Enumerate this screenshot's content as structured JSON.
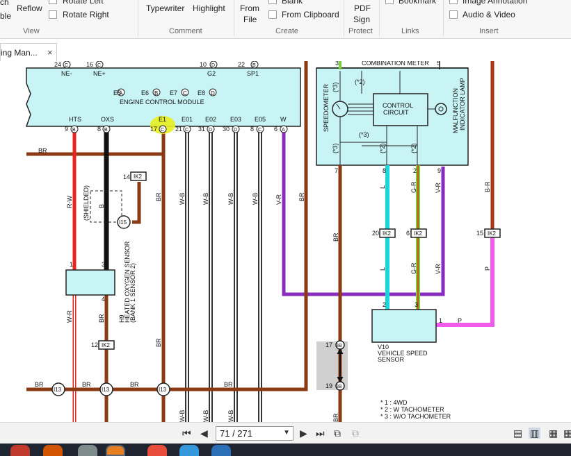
{
  "ribbon": {
    "items": {
      "cut_left_top": "ch",
      "cut_left_bottom": "ble",
      "reflow": "Reflow",
      "rotate_left": "Rotate Left",
      "rotate_right": "Rotate Right",
      "typewriter": "Typewriter",
      "highlight": "Highlight",
      "from_file_1": "From",
      "from_file_2": "File",
      "blank": "Blank",
      "from_clipboard": "From Clipboard",
      "pdf_sign_1": "PDF",
      "pdf_sign_2": "Sign",
      "bookmark": "Bookmark",
      "image_annotation": "Image Annotation",
      "audio_video": "Audio & Video"
    },
    "groups": {
      "view": "View",
      "comment": "Comment",
      "create": "Create",
      "protect": "Protect",
      "links": "Links",
      "insert": "Insert"
    }
  },
  "tab": {
    "label": "ing Man...",
    "close": "×"
  },
  "diagram": {
    "combination_meter": "COMBINATION METER",
    "ecm_name": "ENGINE CONTROL MODULE",
    "ecm_connectors": [
      "E5",
      "A",
      "E6",
      "B",
      "E7",
      "C",
      "E8",
      "D"
    ],
    "top_pins": [
      {
        "num": "24",
        "conn": "C",
        "label": "NE-"
      },
      {
        "num": "16",
        "conn": "C",
        "label": "NE+"
      },
      {
        "num": "10",
        "conn": "D",
        "label": "G2"
      },
      {
        "num": "22",
        "conn": "B",
        "label": "SP1"
      }
    ],
    "bottom_pins": [
      {
        "num": "9",
        "conn": "B",
        "label": "HTS"
      },
      {
        "num": "8",
        "conn": "B",
        "label": "OXS"
      },
      {
        "num": "17",
        "conn": "C",
        "label": "E1"
      },
      {
        "num": "21",
        "conn": "C",
        "label": "E01"
      },
      {
        "num": "31",
        "conn": "D",
        "label": "E02"
      },
      {
        "num": "30",
        "conn": "D",
        "label": "E03"
      },
      {
        "num": "8",
        "conn": "C",
        "label": "E05"
      },
      {
        "num": "6",
        "conn": "A",
        "label": "W"
      }
    ],
    "speedometer": "SPEEDOMETER",
    "control_circuit_1": "CONTROL",
    "control_circuit_2": "CIRCUIT",
    "mil_1": "MALFUNCTION",
    "mil_2": "INDICATOR LAMP",
    "note_marks": [
      "(*2)",
      "(*3)",
      "(*3)",
      "(*2)",
      "(*3)",
      "(*2)"
    ],
    "meter_pins": [
      "3",
      "5",
      "7",
      "8",
      "2",
      "9"
    ],
    "wire_colors": {
      "br": "BR",
      "rw": "R-W",
      "b": "B",
      "wb": "W-B",
      "vr": "V-R",
      "l": "L",
      "gr": "G-R",
      "p": "P",
      "wr": "W-R",
      "brr": "B-R"
    },
    "shielded": "(SHIELDED)",
    "junctions": {
      "ik2": "IK2",
      "i15": "I15",
      "i13": "I13",
      "3b": "3B"
    },
    "ik2_pins": [
      "14",
      "20",
      "6",
      "15",
      "12"
    ],
    "jb_pins": [
      "17",
      "19"
    ],
    "h9_code": "H9",
    "h9_name_1": "HEATED OXYGEN SENSOR",
    "h9_name_2": "(BANK 1 SENSOR 2)",
    "h9_pins": [
      "1",
      "3",
      "4"
    ],
    "v10_code": "V10",
    "v10_name_1": "VEHICLE SPEED",
    "v10_name_2": "SENSOR",
    "v10_pins": [
      "2",
      "3",
      "1"
    ],
    "notes": [
      "* 1 : 4WD",
      "* 2 : W TACHOMETER",
      "* 3 : W/O TACHOMETER"
    ]
  },
  "nav": {
    "page_value": "71 / 271"
  },
  "colors": {
    "module_fill": "#c8f4f6",
    "wire_brown": "#8b3a14",
    "wire_red": "#e8241c",
    "wire_violet": "#8a2bbf",
    "wire_cyan": "#18d6dc",
    "wire_green": "#7ad23a",
    "wire_pink": "#f05bea",
    "highlight": "#e8f020"
  }
}
